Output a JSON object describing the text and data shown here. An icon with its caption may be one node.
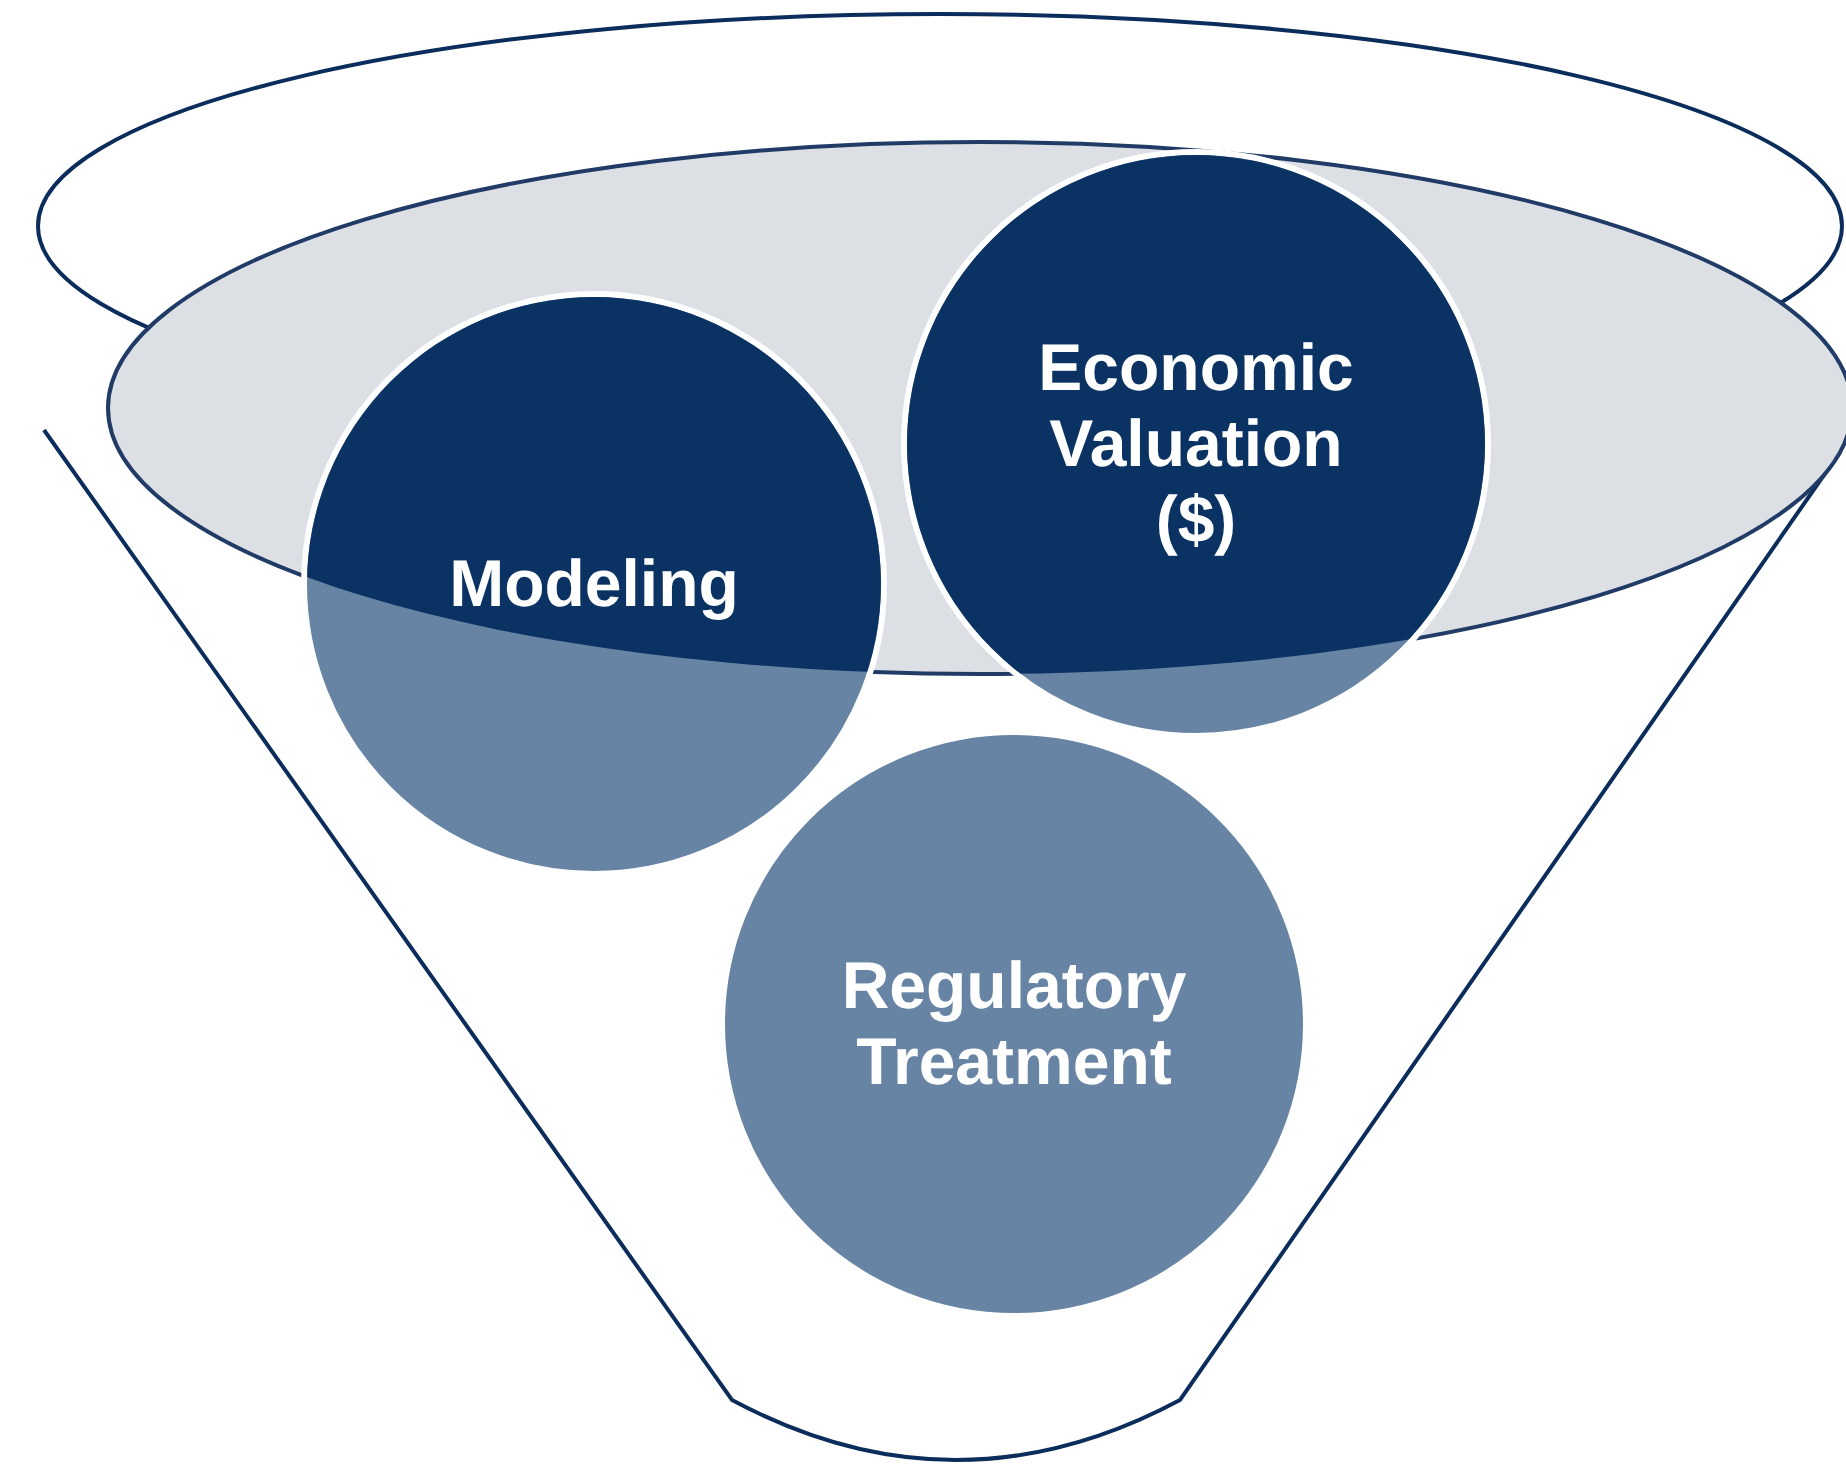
{
  "diagram": {
    "nodes": [
      {
        "text": [],
        "shape": "funnel"
      },
      {
        "text": [
          "Modeling"
        ],
        "in": 0
      },
      {
        "text": [
          "Economic Valuation ($)"
        ],
        "in": 0
      },
      {
        "text": [
          "Regulatory Treatment"
        ],
        "in": 0
      }
    ]
  }
}
